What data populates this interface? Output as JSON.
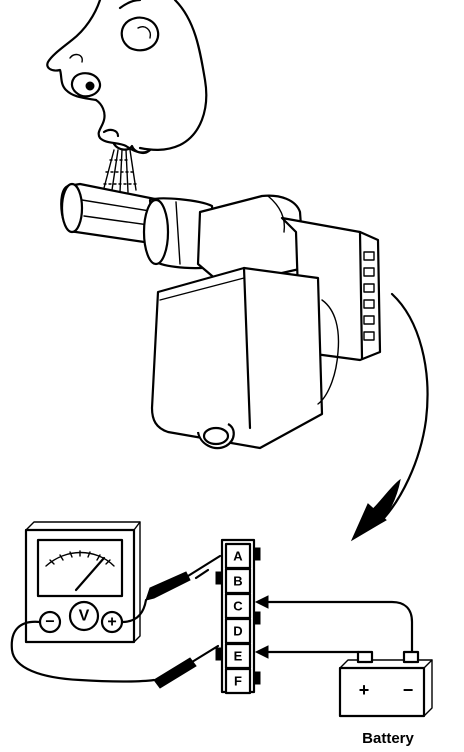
{
  "diagram": {
    "connector_terminals": [
      "A",
      "B",
      "C",
      "D",
      "E",
      "F"
    ],
    "meter": {
      "symbol": "V",
      "negative_sign": "−",
      "positive_sign": "+"
    },
    "battery": {
      "label": "Battery",
      "positive_sign": "+",
      "negative_sign": "−"
    },
    "colors": {
      "ink": "#000000",
      "background": "#ffffff"
    },
    "icons": [
      "face-blowing-icon",
      "air-flow-icon",
      "sensor-unit-icon",
      "curved-arrow-icon",
      "voltmeter-icon",
      "battery-icon",
      "probe-icon"
    ]
  }
}
